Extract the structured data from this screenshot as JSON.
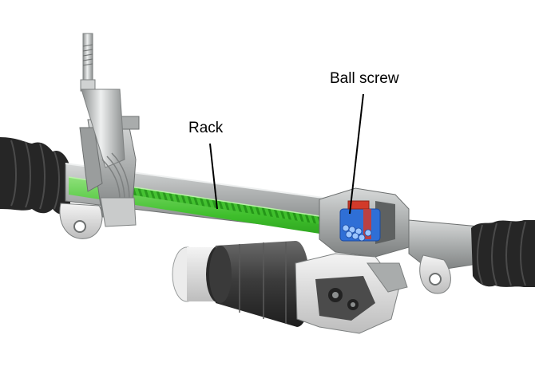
{
  "labels": {
    "rack": "Rack",
    "ball_screw": "Ball screw"
  },
  "colors": {
    "background": "#ffffff",
    "rack_green": "#3fbf2c",
    "rack_green_dark": "#1f8f14",
    "housing_gray": "#b5b8b8",
    "housing_dark": "#6f7272",
    "boot_black": "#222222",
    "motor_dark": "#3c3c3c",
    "ball_screw_blue": "#2f6fd6",
    "ball_screw_red": "#d23a2a",
    "leader_line": "#000000"
  },
  "icons": {
    "diagram": "steering-rack-cutaway"
  }
}
